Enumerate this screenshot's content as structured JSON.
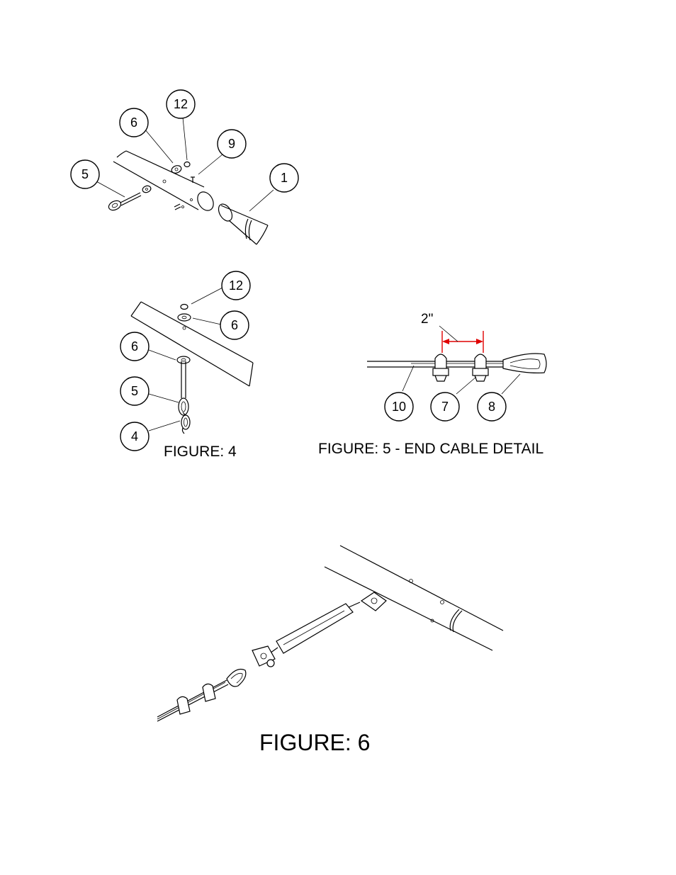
{
  "figure_3": {
    "callouts": [
      "12",
      "6",
      "9",
      "5",
      "1"
    ]
  },
  "figure_4": {
    "caption": "FIGURE: 4",
    "callouts": [
      "12",
      "6",
      "6",
      "5",
      "4"
    ]
  },
  "figure_5": {
    "caption": "FIGURE: 5 - END CABLE DETAIL",
    "dimension": "2\"",
    "dimension_color": "#e00000",
    "callouts": [
      "10",
      "7",
      "8"
    ]
  },
  "figure_6": {
    "caption": "FIGURE: 6"
  }
}
